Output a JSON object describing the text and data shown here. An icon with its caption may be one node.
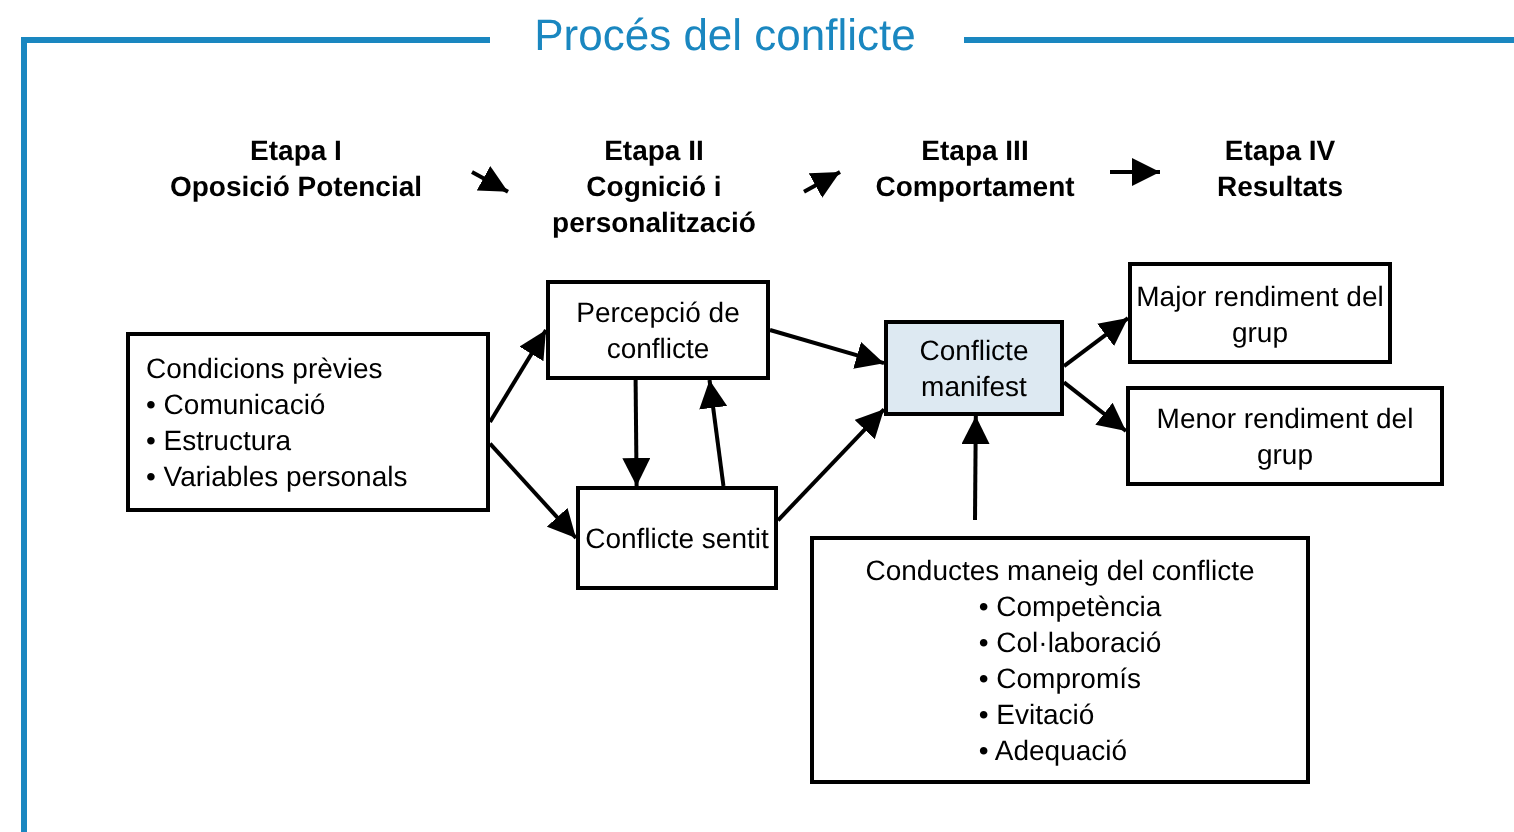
{
  "diagram": {
    "title": "Procés del conflicte",
    "nodes": [
      {
        "text": [
          "Etapa I",
          "Oposició Potencial"
        ]
      },
      {
        "text": [
          "Etapa II",
          "Cognició i personalització"
        ]
      },
      {
        "text": [
          "Etapa III",
          "Comportament"
        ]
      },
      {
        "text": [
          "Etapa IV",
          "Resultats"
        ]
      },
      {
        "text": [
          "Condicions prèvies",
          "• Comunicació",
          "• Estructura",
          "• Variables personals"
        ]
      },
      {
        "text": [
          "Percepció de conflicte"
        ]
      },
      {
        "text": [
          "Conflicte sentit"
        ]
      },
      {
        "text": [
          "Conflicte manifest"
        ]
      },
      {
        "text": [
          "Major rendiment del grup"
        ]
      },
      {
        "text": [
          "Menor rendiment del grup"
        ]
      },
      {
        "text": [
          "Conductes maneig del conflicte",
          "• Competència",
          "• Col·laboració",
          "• Compromís",
          "• Evitació",
          "• Adequació"
        ]
      }
    ],
    "edges": [
      {
        "from": 0,
        "to": 1,
        "arrow": "to"
      },
      {
        "from": 1,
        "to": 2,
        "arrow": "to"
      },
      {
        "from": 2,
        "to": 3,
        "arrow": "to"
      },
      {
        "from": 4,
        "to": 5,
        "arrow": "to"
      },
      {
        "from": 4,
        "to": 6,
        "arrow": "to"
      },
      {
        "from": 5,
        "to": 6,
        "arrow": "to"
      },
      {
        "from": 6,
        "to": 5,
        "arrow": "to"
      },
      {
        "from": 5,
        "to": 7,
        "arrow": "to"
      },
      {
        "from": 6,
        "to": 7,
        "arrow": "to"
      },
      {
        "from": 7,
        "to": 8,
        "arrow": "to"
      },
      {
        "from": 7,
        "to": 9,
        "arrow": "to"
      },
      {
        "from": 10,
        "to": 7,
        "arrow": "to"
      }
    ]
  }
}
